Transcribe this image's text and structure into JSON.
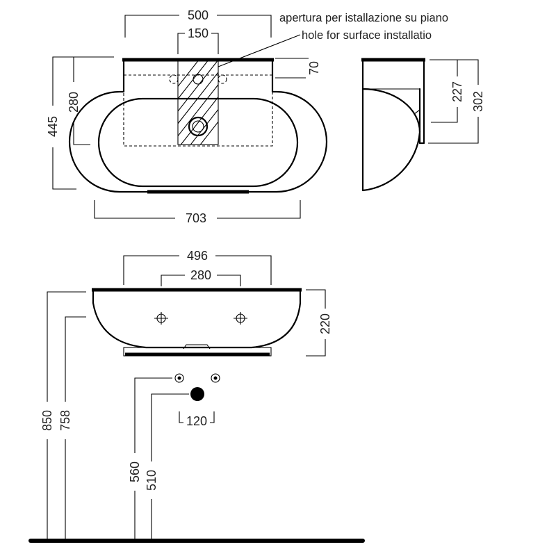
{
  "note": {
    "line1": "apertura per istallazione su piano",
    "line2": "hole for surface installatio"
  },
  "dimensions": {
    "top_width": "500",
    "hole_width": "150",
    "overall_width": "703",
    "overall_depth": "445",
    "hole_depth": "280",
    "back_offset": "70",
    "side_depth_inner": "227",
    "side_depth_outer": "302",
    "front_width": "496",
    "tap_spacing": "280",
    "height": "220",
    "mount_height": "850",
    "rim_height": "758",
    "supply_height": "560",
    "waste_height": "510",
    "supply_spacing": "120"
  }
}
